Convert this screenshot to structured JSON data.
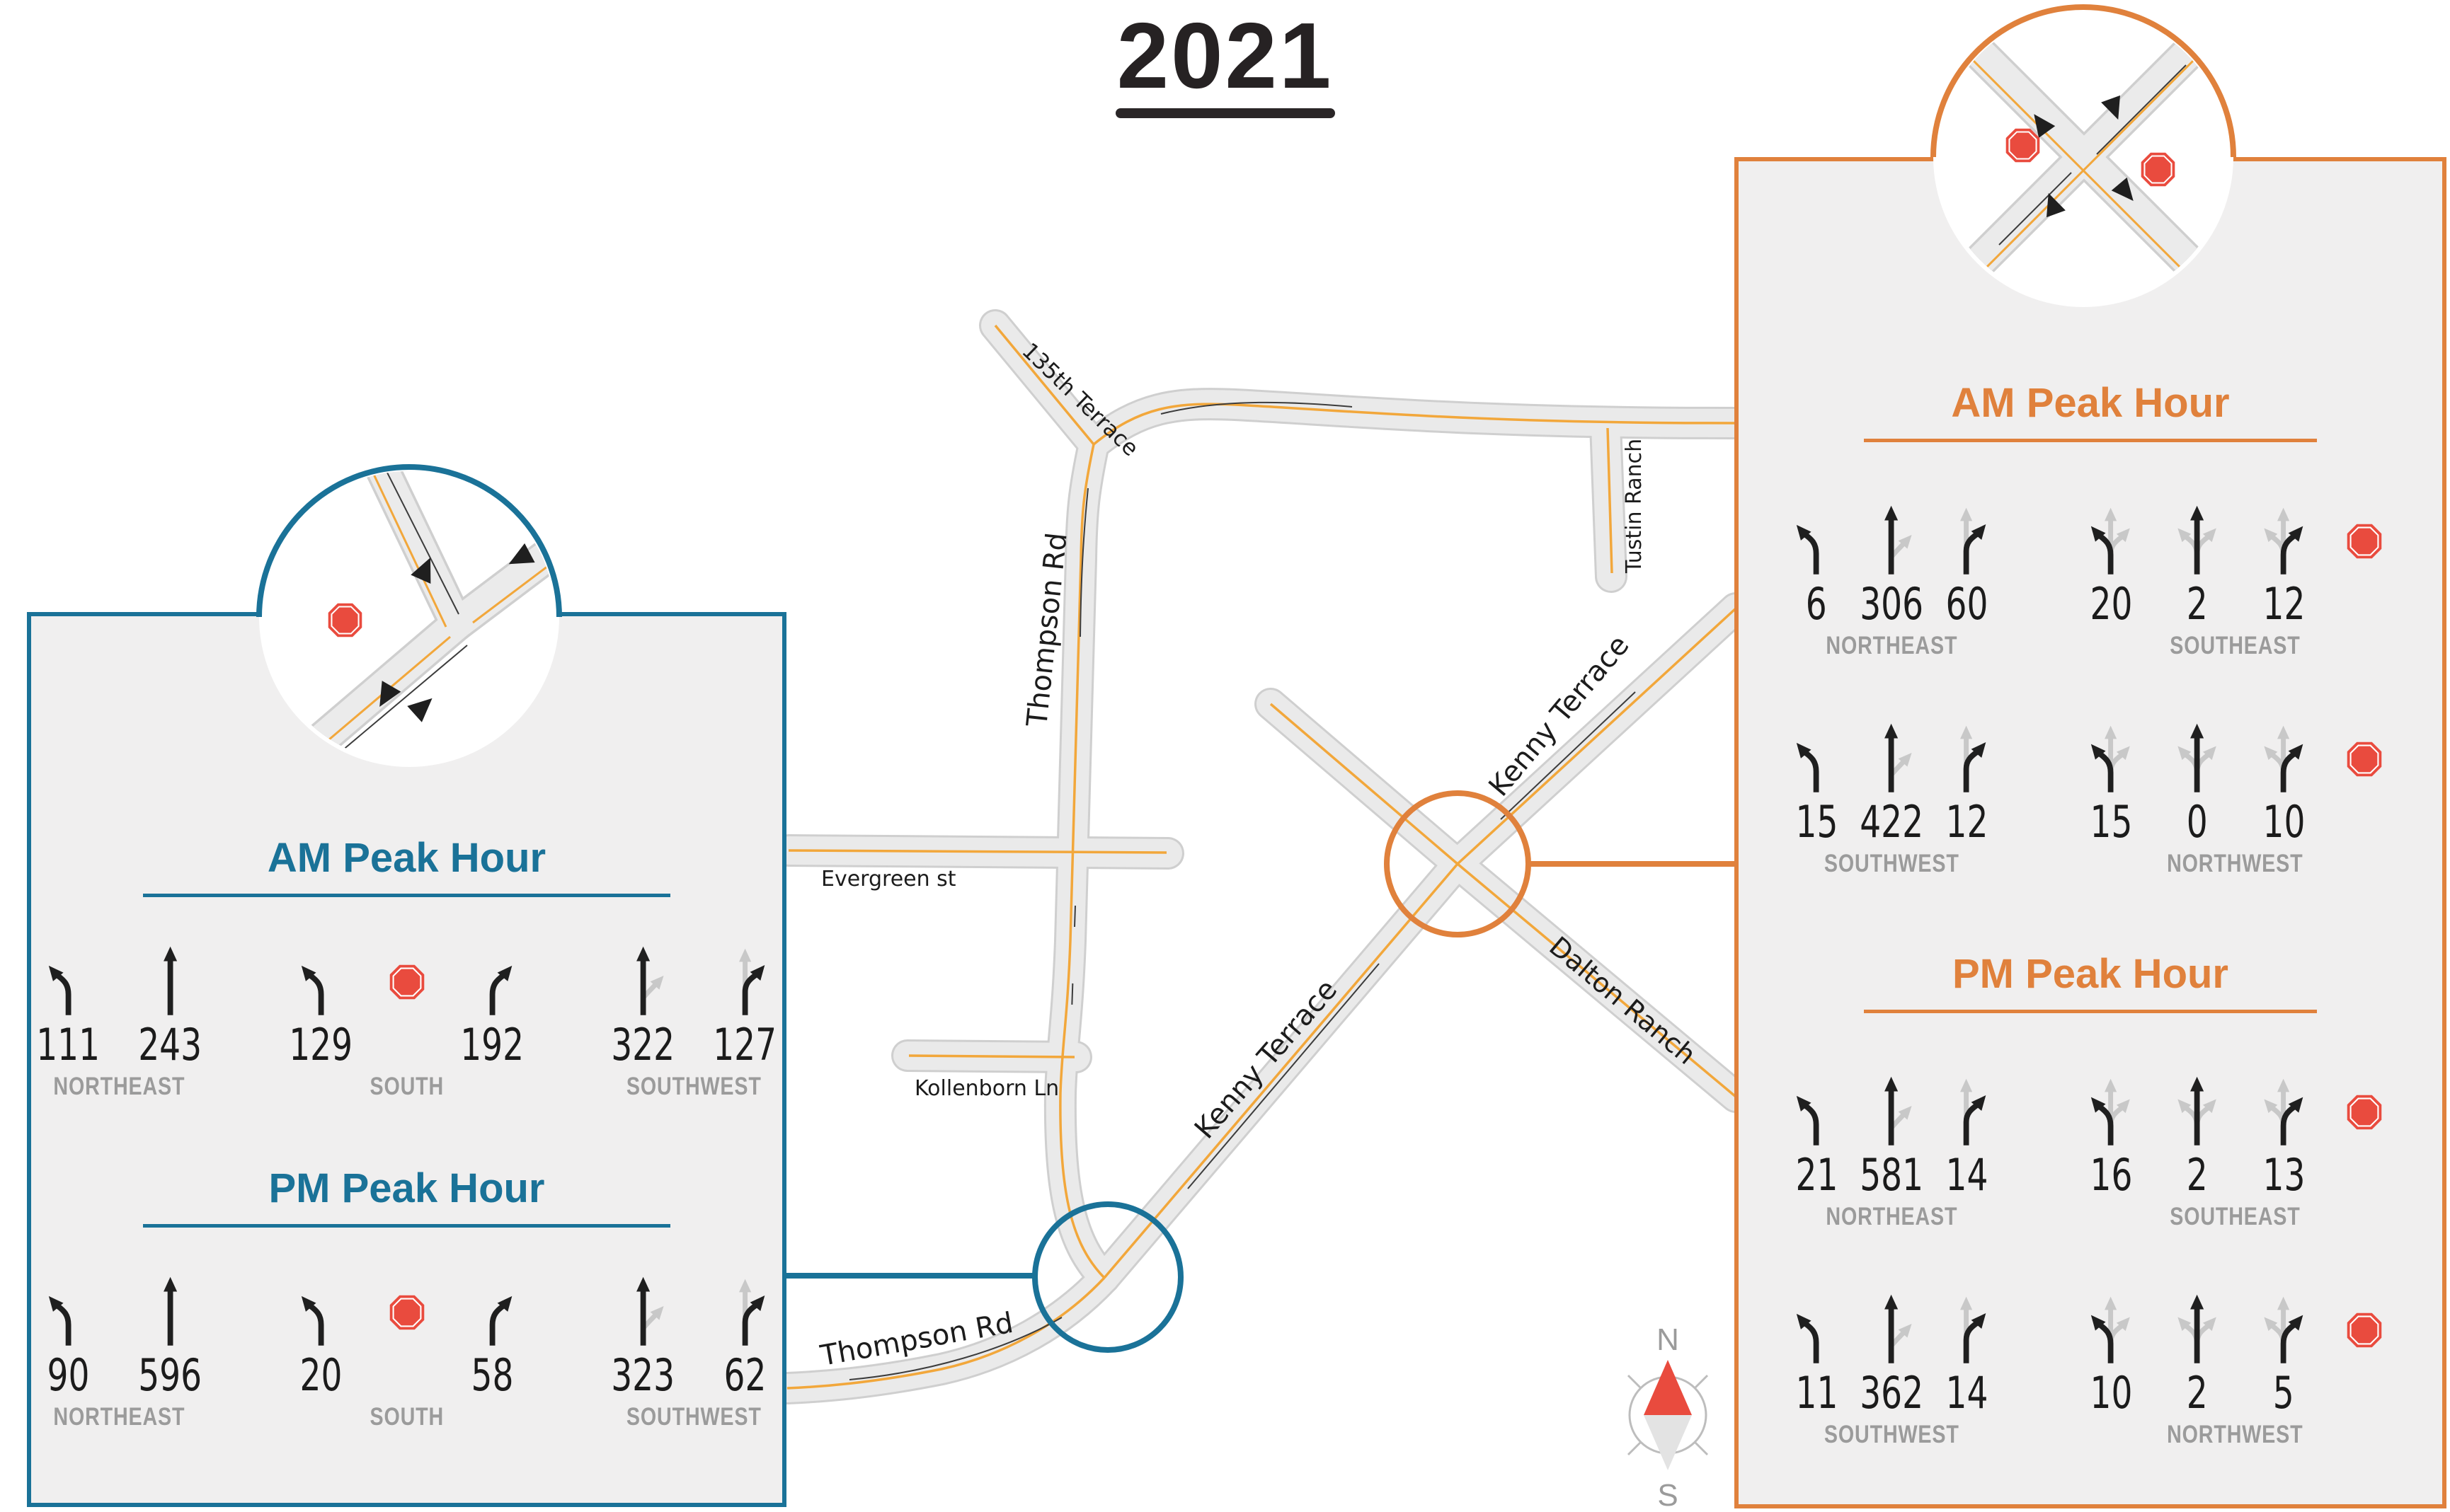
{
  "title": {
    "text": "2021"
  },
  "colors": {
    "left_accent": "#1a7298",
    "right_accent": "#e0813c",
    "stop_sign_red": "#e94b3e",
    "panel_background": "#f0efef",
    "road_centerline_yellow": "#f2a73b",
    "direction_label_gray": "#9b9b9b",
    "title_color": "#262223"
  },
  "map": {
    "labels": {
      "terrace_135": "135th Terrace",
      "thompson_upper": "Thompson Rd",
      "tustin_ranch": "Tustin Ranch",
      "evergreen": "Evergreen st",
      "kollenborn": "Kollenborn Ln",
      "kenny_upper": "Kenny Terrace",
      "kenny_lower": "Kenny Terrace",
      "dalton_ranch": "Dalton Ranch",
      "thompson_lower": "Thompson Rd"
    },
    "compass": {
      "north": "N",
      "south": "S"
    }
  },
  "panels": {
    "left": {
      "sections": [
        {
          "title": "AM Peak Hour",
          "groups": [
            {
              "direction": "NORTHEAST",
              "movements": [
                {
                  "icon": "left-turn-arrow",
                  "value": "111"
                },
                {
                  "icon": "straight-arrow",
                  "value": "243"
                }
              ]
            },
            {
              "direction": "SOUTH",
              "movements": [
                {
                  "icon": "left-turn-arrow",
                  "value": "129"
                },
                {
                  "icon": "stop-sign",
                  "value": ""
                },
                {
                  "icon": "right-turn-arrow",
                  "value": "192"
                }
              ]
            },
            {
              "direction": "SOUTHWEST",
              "movements": [
                {
                  "icon": "straight-arrow-with-gray-right",
                  "value": "322"
                },
                {
                  "icon": "right-turn-arrow-with-gray-straight",
                  "value": "127"
                }
              ]
            }
          ]
        },
        {
          "title": "PM Peak Hour",
          "groups": [
            {
              "direction": "NORTHEAST",
              "movements": [
                {
                  "icon": "left-turn-arrow",
                  "value": "90"
                },
                {
                  "icon": "straight-arrow",
                  "value": "596"
                }
              ]
            },
            {
              "direction": "SOUTH",
              "movements": [
                {
                  "icon": "left-turn-arrow",
                  "value": "20"
                },
                {
                  "icon": "stop-sign",
                  "value": ""
                },
                {
                  "icon": "right-turn-arrow",
                  "value": "58"
                }
              ]
            },
            {
              "direction": "SOUTHWEST",
              "movements": [
                {
                  "icon": "straight-arrow-with-gray-right",
                  "value": "323"
                },
                {
                  "icon": "right-turn-arrow-with-gray-straight",
                  "value": "62"
                }
              ]
            }
          ]
        }
      ]
    },
    "right": {
      "sections": [
        {
          "title": "AM Peak Hour",
          "rows": [
            [
              {
                "direction": "NORTHEAST",
                "stop": false,
                "movements": [
                  {
                    "icon": "left-turn-arrow",
                    "value": "6"
                  },
                  {
                    "icon": "straight-arrow-with-gray-right",
                    "value": "306"
                  },
                  {
                    "icon": "right-turn-arrow-with-gray-straight",
                    "value": "60"
                  }
                ]
              },
              {
                "direction": "SOUTHEAST",
                "stop": true,
                "movements": [
                  {
                    "icon": "three-way-arrow-left",
                    "value": "20"
                  },
                  {
                    "icon": "three-way-arrow-straight",
                    "value": "2"
                  },
                  {
                    "icon": "three-way-arrow-right",
                    "value": "12"
                  }
                ]
              }
            ],
            [
              {
                "direction": "SOUTHWEST",
                "stop": false,
                "movements": [
                  {
                    "icon": "left-turn-arrow",
                    "value": "15"
                  },
                  {
                    "icon": "straight-arrow-with-gray-right",
                    "value": "422"
                  },
                  {
                    "icon": "right-turn-arrow-with-gray-straight",
                    "value": "12"
                  }
                ]
              },
              {
                "direction": "NORTHWEST",
                "stop": true,
                "movements": [
                  {
                    "icon": "three-way-arrow-left",
                    "value": "15"
                  },
                  {
                    "icon": "three-way-arrow-straight",
                    "value": "0"
                  },
                  {
                    "icon": "three-way-arrow-right",
                    "value": "10"
                  }
                ]
              }
            ]
          ]
        },
        {
          "title": "PM Peak Hour",
          "rows": [
            [
              {
                "direction": "NORTHEAST",
                "stop": false,
                "movements": [
                  {
                    "icon": "left-turn-arrow",
                    "value": "21"
                  },
                  {
                    "icon": "straight-arrow-with-gray-right",
                    "value": "581"
                  },
                  {
                    "icon": "right-turn-arrow-with-gray-straight",
                    "value": "14"
                  }
                ]
              },
              {
                "direction": "SOUTHEAST",
                "stop": true,
                "movements": [
                  {
                    "icon": "three-way-arrow-left",
                    "value": "16"
                  },
                  {
                    "icon": "three-way-arrow-straight",
                    "value": "2"
                  },
                  {
                    "icon": "three-way-arrow-right",
                    "value": "13"
                  }
                ]
              }
            ],
            [
              {
                "direction": "SOUTHWEST",
                "stop": false,
                "movements": [
                  {
                    "icon": "left-turn-arrow",
                    "value": "11"
                  },
                  {
                    "icon": "straight-arrow-with-gray-right",
                    "value": "362"
                  },
                  {
                    "icon": "right-turn-arrow-with-gray-straight",
                    "value": "14"
                  }
                ]
              },
              {
                "direction": "NORTHWEST",
                "stop": true,
                "movements": [
                  {
                    "icon": "three-way-arrow-left",
                    "value": "10"
                  },
                  {
                    "icon": "three-way-arrow-straight",
                    "value": "2"
                  },
                  {
                    "icon": "three-way-arrow-right",
                    "value": "5"
                  }
                ]
              }
            ]
          ]
        }
      ]
    }
  }
}
